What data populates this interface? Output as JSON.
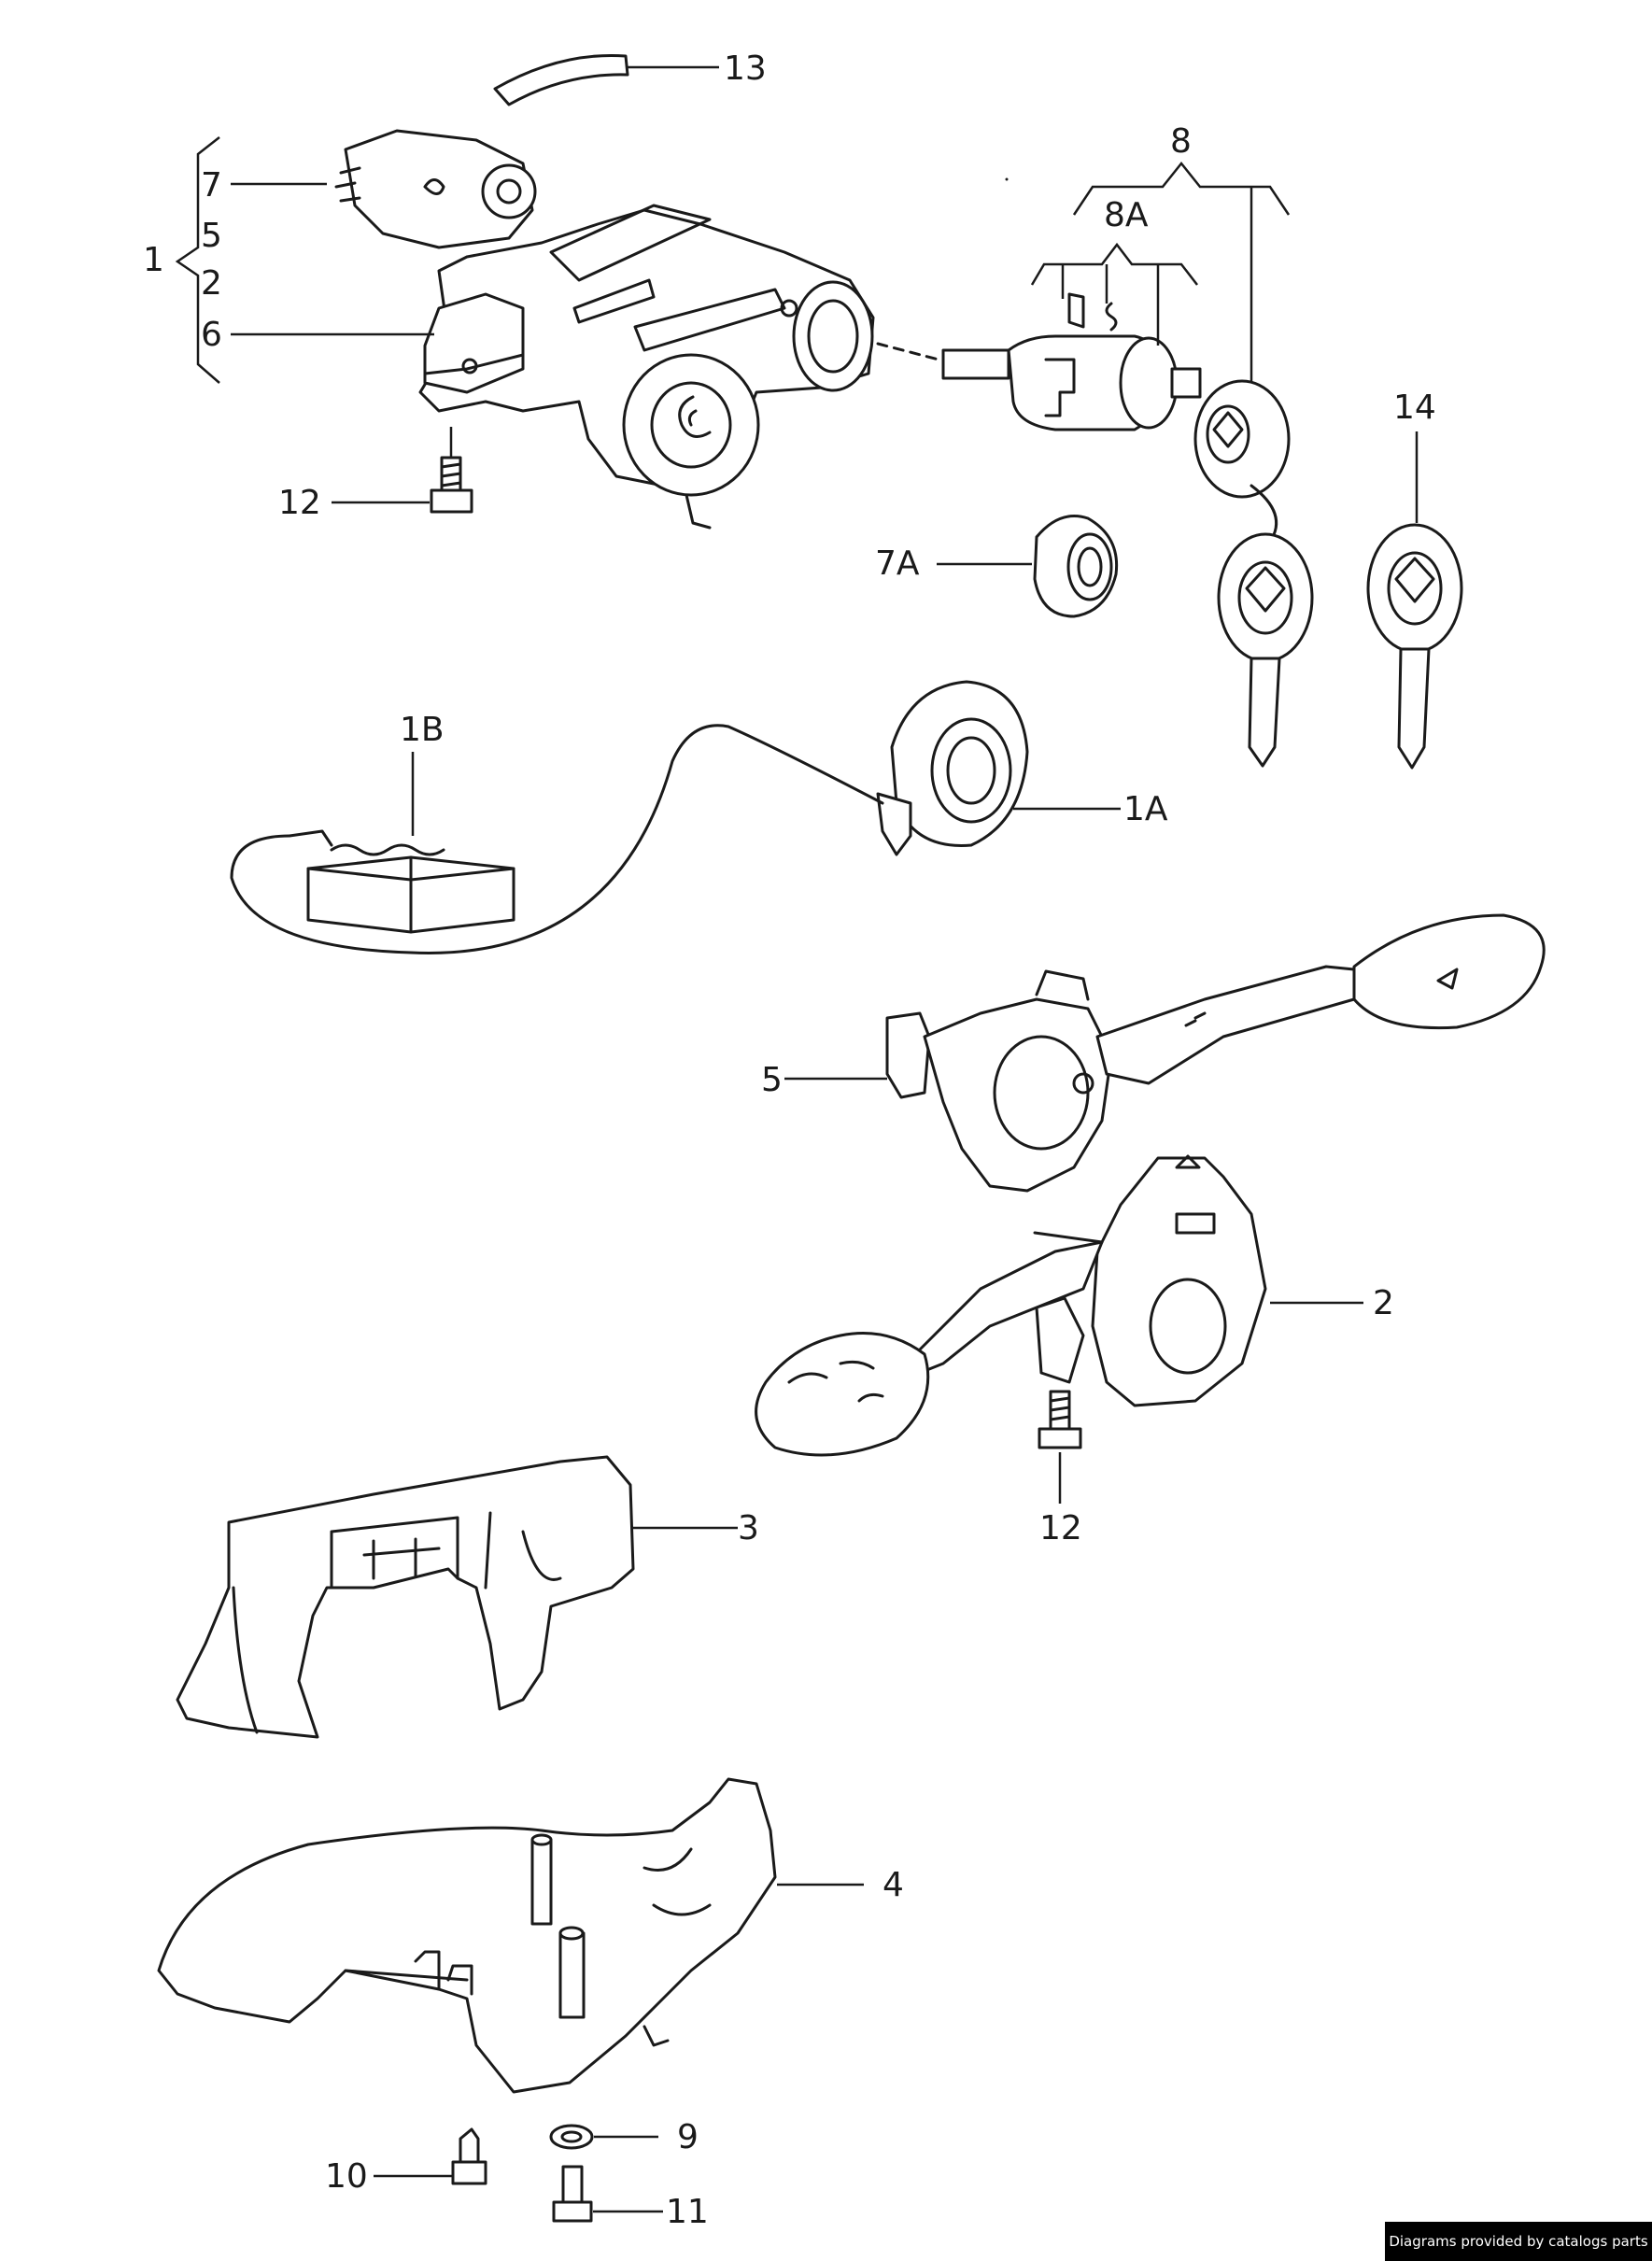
{
  "diagram": {
    "callouts": {
      "c13": "13",
      "c8": "8",
      "c8A": "8A",
      "c7": "7",
      "c5_group": "5",
      "c1": "1",
      "c2_group": "2",
      "c6": "6",
      "c12_top": "12",
      "c14": "14",
      "c7A": "7A",
      "c1B": "1B",
      "c1A": "1A",
      "c5": "5",
      "c2": "2",
      "c12_mid": "12",
      "c3": "3",
      "c4": "4",
      "c9": "9",
      "c10": "10",
      "c11": "11"
    }
  },
  "footer": {
    "credit": "Diagrams provided by catalogs parts"
  }
}
